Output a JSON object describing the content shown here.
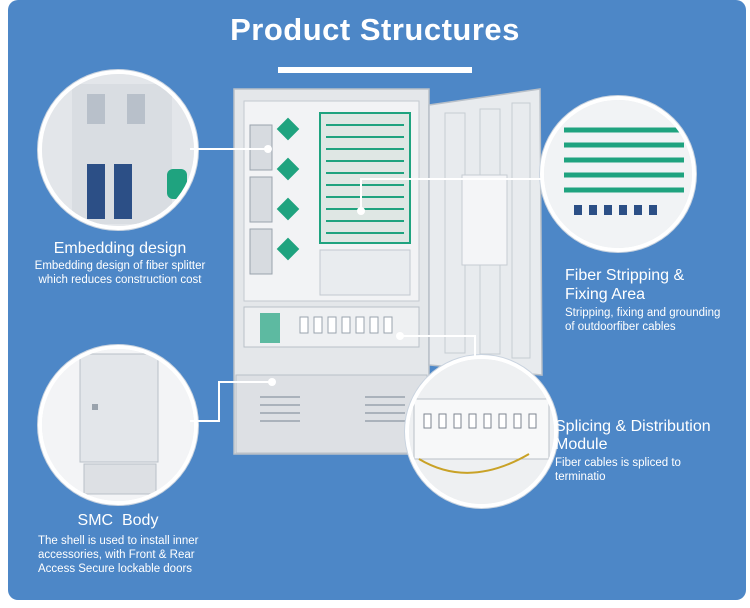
{
  "title": "Product Structures",
  "callouts": {
    "embedding": {
      "heading": "Embedding design",
      "line1": "Embedding design of fiber splitter",
      "line2": "which reduces construction cost"
    },
    "fiber_stripping": {
      "heading1": "Fiber Stripping &",
      "heading2": "Fixing Area",
      "line1": "Stripping, fixing and grounding",
      "line2": "of outdoorfiber cables"
    },
    "splicing": {
      "heading1": "Splicing & Distribution",
      "heading2": "Module",
      "line1": "Fiber cables is spliced to",
      "line2": "terminatio"
    },
    "smc": {
      "heading": "SMC  Body",
      "line1": "The shell is used to install inner",
      "line2": "accessories, with Front & Rear",
      "line3": "Access Secure lockable doors"
    }
  },
  "colors": {
    "background": "#4d87c7",
    "cabinet": "#e3e6ea",
    "accent": "#1fa37f"
  }
}
